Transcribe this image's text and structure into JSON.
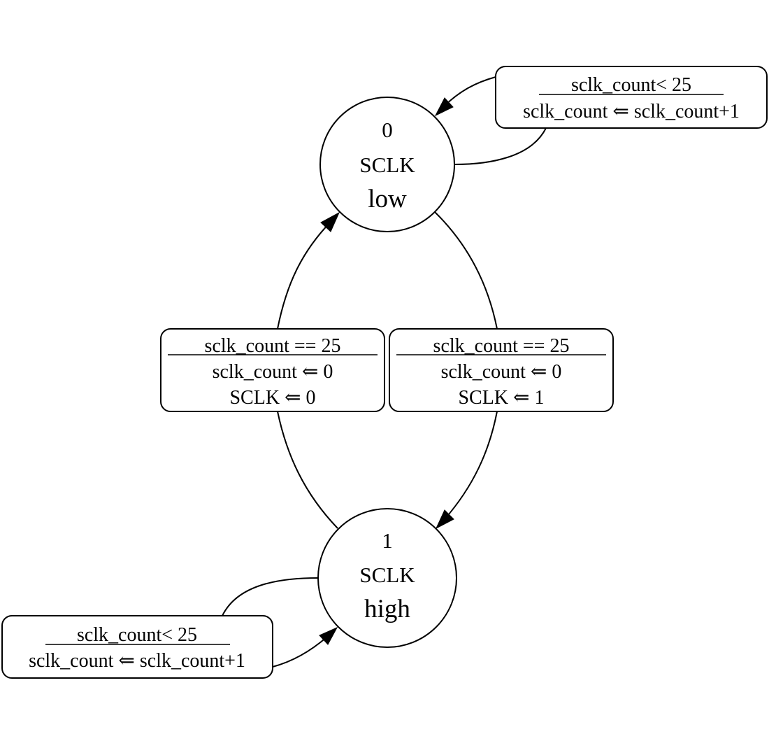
{
  "states": [
    {
      "id": "s0",
      "number": "0",
      "line1": "SCLK",
      "line2": "low"
    },
    {
      "id": "s1",
      "number": "1",
      "line1": "SCLK",
      "line2": "high"
    }
  ],
  "transitions": {
    "self_loop_low": {
      "condition": "sclk_count< 25",
      "actions": [
        "sclk_count ⇐ sclk_count+1"
      ]
    },
    "low_to_high": {
      "condition": "sclk_count == 25",
      "actions": [
        "sclk_count ⇐ 0",
        "SCLK ⇐ 1"
      ]
    },
    "high_to_low": {
      "condition": "sclk_count == 25",
      "actions": [
        "sclk_count ⇐ 0",
        "SCLK ⇐ 0"
      ]
    },
    "self_loop_high": {
      "condition": "sclk_count< 25",
      "actions": [
        "sclk_count ⇐ sclk_count+1"
      ]
    }
  }
}
